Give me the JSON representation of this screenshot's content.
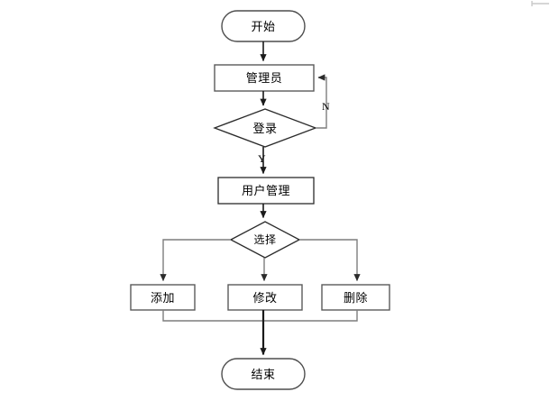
{
  "diagram": {
    "title": "",
    "type": "flowchart",
    "orientation": "top-to-bottom",
    "colors": {
      "background": "#ffffff",
      "node_stroke": "#4d4d4d",
      "node_fill": "#ffffff",
      "connector_stroke": "#808080",
      "main_connector_stroke": "#1a1a1a",
      "text": "#000000",
      "corner_mark": "#c8c8c8"
    },
    "nodes": [
      {
        "id": "start",
        "shape": "terminator",
        "label": "开始"
      },
      {
        "id": "admin",
        "shape": "process",
        "label": "管理员"
      },
      {
        "id": "login",
        "shape": "decision",
        "label": "登录"
      },
      {
        "id": "usermgmt",
        "shape": "process",
        "label": "用户管理"
      },
      {
        "id": "choice",
        "shape": "decision",
        "label": "选择"
      },
      {
        "id": "add",
        "shape": "process",
        "label": "添加"
      },
      {
        "id": "edit",
        "shape": "process",
        "label": "修改"
      },
      {
        "id": "delete",
        "shape": "process",
        "label": "删除"
      },
      {
        "id": "end",
        "shape": "terminator",
        "label": "结束"
      }
    ],
    "edges": [
      {
        "from": "start",
        "to": "admin",
        "label": ""
      },
      {
        "from": "admin",
        "to": "login",
        "label": ""
      },
      {
        "from": "login",
        "to": "admin",
        "label": "N"
      },
      {
        "from": "login",
        "to": "usermgmt",
        "label": "Y"
      },
      {
        "from": "usermgmt",
        "to": "choice",
        "label": ""
      },
      {
        "from": "choice",
        "to": "add",
        "label": ""
      },
      {
        "from": "choice",
        "to": "edit",
        "label": ""
      },
      {
        "from": "choice",
        "to": "delete",
        "label": ""
      },
      {
        "from": "add",
        "to": "end",
        "label": ""
      },
      {
        "from": "edit",
        "to": "end",
        "label": ""
      },
      {
        "from": "delete",
        "to": "end",
        "label": ""
      }
    ],
    "edge_labels": {
      "no": "N",
      "yes": "Y"
    }
  }
}
